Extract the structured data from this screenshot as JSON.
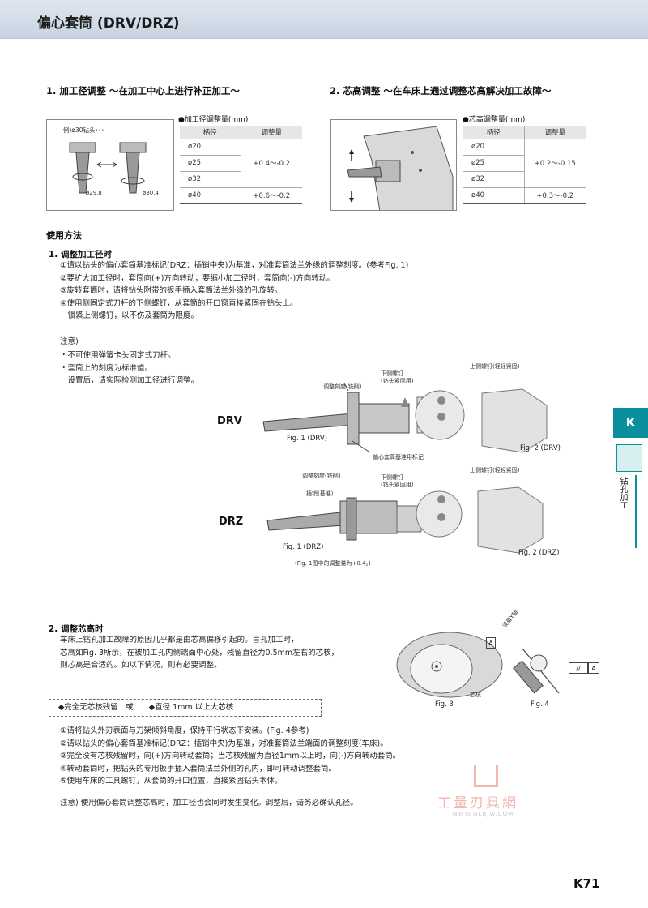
{
  "header": {
    "title": "偏心套筒 (DRV/DRZ)"
  },
  "section1": {
    "title": "1. 加工径调整 ～在加工中心上进行补正加工～"
  },
  "section2": {
    "title": "2. 芯高调整 ～在车床上通过调整芯高解决加工故障～"
  },
  "fig_left": {
    "example": "例)ø30钻头･･･",
    "dim_left": "ø29.8",
    "dim_right": "ø30.4"
  },
  "table1": {
    "title": "●加工径调整量(mm)",
    "headers": [
      "柄径",
      "调整量"
    ],
    "rows": [
      {
        "shank": "ø20"
      },
      {
        "shank": "ø25",
        "adjust": "+0.4～-0.2"
      },
      {
        "shank": "ø32"
      },
      {
        "shank": "ø40",
        "adjust": "+0.6～-0.2"
      }
    ]
  },
  "table2": {
    "title": "●芯高调整量(mm)",
    "headers": [
      "柄径",
      "调整量"
    ],
    "rows": [
      {
        "shank": "ø20"
      },
      {
        "shank": "ø25",
        "adjust": "+0.2～-0.15"
      },
      {
        "shank": "ø32"
      },
      {
        "shank": "ø40",
        "adjust": "+0.3～-0.2"
      }
    ]
  },
  "usage": {
    "title": "使用方法",
    "sub1": "1. 调整加工径时",
    "steps1": [
      "①请以钻头的偏心套筒基准标记(DRZ：插销中央)为基准，对准套筒法兰外缘的调整刻度。(参考Fig. 1)",
      "②要扩大加工径时，套筒向(+)方向转动；要缩小加工径时，套筒向(-)方向转动。",
      "③旋转套筒时，请将钻头附带的扳手插入套筒法兰外缘的孔旋转。",
      "④使用侧固定式刀杆的下侧螺钉，从套筒的开口窗直接紧固在钻头上。",
      "　锁紧上侧螺钉，以不伤及套筒为限度。"
    ],
    "note_title": "注意)",
    "notes": [
      "・不可使用弹簧卡头固定式刀杆。",
      "・套筒上的刻度为标准值。",
      "　设置后，请实际检测加工径进行调整。"
    ]
  },
  "drv": {
    "label": "DRV",
    "scale": "调整刻度(铣削)",
    "lower_screw": "下侧螺钉",
    "lower_screw2": "(钻头紧固用)",
    "upper_screw": "上侧螺钉(轻轻紧固)",
    "mark": "偏心套筒基准用标记",
    "fig1": "Fig. 1 (DRV)",
    "fig2": "Fig. 2 (DRV)"
  },
  "drz": {
    "label": "DRZ",
    "scale": "调整刻度(铣削)",
    "pin": "插销(基准)",
    "lower_screw": "下侧螺钉",
    "lower_screw2": "(钻头紧固用)",
    "upper_screw": "上侧螺钉(轻轻紧固)",
    "fig1": "Fig. 1 (DRZ)",
    "fig2": "Fig. 2 (DRZ)",
    "note": "(Fig. 1图中的调整量为+0.4。)"
  },
  "sec2": {
    "title": "2. 调整芯高时",
    "lines": [
      "车床上钻孔加工故障的原因几乎都是由芯高偏移引起的。盲孔加工时，",
      "芯高如Fig. 3所示，在被加工孔内侧端面中心处，残留直径为0.5mm左右的芯核，",
      "则芯高是合适的。如以下情况，则有必要调整。"
    ],
    "box": "◆完全无芯核残留　或　　◆直径 1mm 以上大芯核",
    "steps": [
      "①请将钻头外刃表面与刀架倾斜角度，保持平行状态下安装。(Fig. 4参考)",
      "②请以钻头的偏心套筒基准标记(DRZ：插销中央)为基准，对准套筒法兰端面的调整刻度(车床)。",
      "③完全没有芯核残留时，向(+)方向转动套筒；当芯核残留为直径1mm以上时，向(-)方向转动套筒。",
      "④转动套筒时，把钻头的专用扳手插入套筒法兰外侧的孔内，即可转动调整套筒。",
      "⑤使用车床的工具螺钉，从套筒的开口位置，直接紧固钻头本体。"
    ],
    "note": "注意) 使用偏心套筒调整芯高时，加工径也会同时发生变化。调整后，请务必确认孔径。",
    "fig3": "Fig. 3",
    "fig4": "Fig. 4",
    "core": "芯核",
    "a_label": "A",
    "y_axis": "设备Y轴",
    "parallel": "//",
    "parallel_a": "A"
  },
  "side": {
    "letter": "K",
    "label": "钻孔加工"
  },
  "watermark": {
    "text": "工量刃具網",
    "url": "WWW.GLRJW.COM"
  },
  "page": {
    "number": "K71"
  },
  "colors": {
    "accent": "#0b8f9c",
    "header_bg": "#cfd8e5"
  }
}
